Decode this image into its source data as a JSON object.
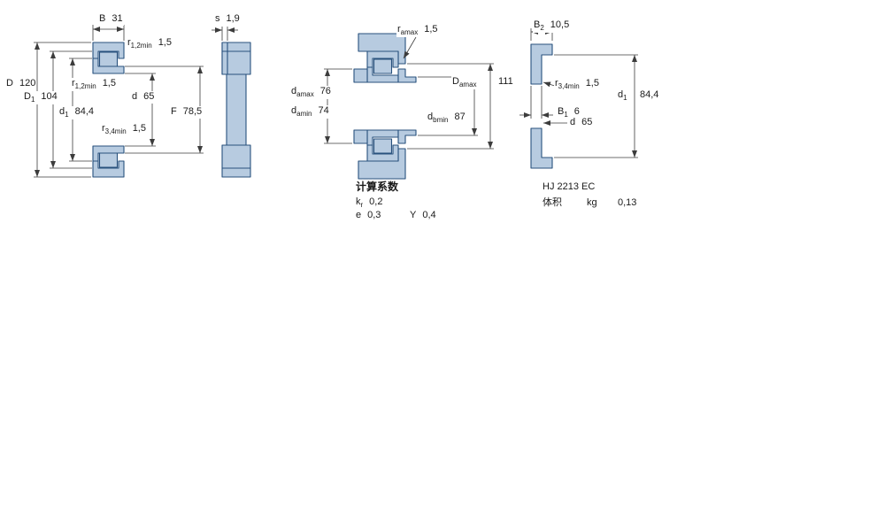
{
  "colors": {
    "part_fill": "#b7cbe0",
    "part_stroke": "#28517d",
    "dim_line": "#3c3c3c",
    "text": "#1a1a1a",
    "bg": "#ffffff"
  },
  "figure1": {
    "B": {
      "sym": "B",
      "val": "31"
    },
    "r12_top": {
      "sym": "r",
      "sub": "1,2min",
      "val": "1,5"
    },
    "D": {
      "sym": "D",
      "val": "120"
    },
    "D1": {
      "sym": "D",
      "sub": "1",
      "val": "104"
    },
    "d1": {
      "sym": "d",
      "sub": "1",
      "val": "84,4"
    },
    "r12_mid": {
      "sym": "r",
      "sub": "1,2min",
      "val": "1,5"
    },
    "d": {
      "sym": "d",
      "val": "65"
    },
    "r34": {
      "sym": "r",
      "sub": "3,4min",
      "val": "1,5"
    },
    "F": {
      "sym": "F",
      "val": "78,5"
    },
    "s": {
      "sym": "s",
      "val": "1,9"
    }
  },
  "figure2": {
    "ra": {
      "sym": "r",
      "sub": "amax",
      "val": "1,5"
    },
    "damax": {
      "sym": "d",
      "sub": "amax",
      "val": "76"
    },
    "damin": {
      "sym": "d",
      "sub": "amin",
      "val": "74"
    },
    "Damax": {
      "sym": "D",
      "sub": "amax",
      "val": "111"
    },
    "dbmin": {
      "sym": "d",
      "sub": "bmin",
      "val": "87"
    },
    "factors": {
      "title": "计算系数",
      "kr": {
        "sym": "k",
        "sub": "r",
        "val": "0,2"
      },
      "e": {
        "sym": "e",
        "val": "0,3"
      },
      "Y": {
        "sym": "Y",
        "val": "0,4"
      }
    }
  },
  "figure3": {
    "B2": {
      "sym": "B",
      "sub": "2",
      "val": "10,5"
    },
    "r34": {
      "sym": "r",
      "sub": "3,4min",
      "val": "1,5"
    },
    "B1": {
      "sym": "B",
      "sub": "1",
      "val": "6"
    },
    "d": {
      "sym": "d",
      "val": "65"
    },
    "d1": {
      "sym": "d",
      "sub": "1",
      "val": "84,4"
    },
    "designation": "HJ 2213 EC",
    "mass": {
      "label": "体积",
      "unit": "kg",
      "val": "0,13"
    }
  }
}
